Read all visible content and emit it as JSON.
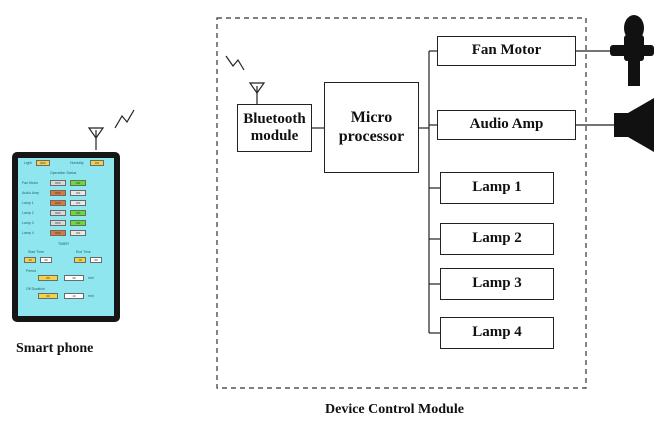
{
  "smartphone": {
    "caption": "Smart phone",
    "screen": {
      "light_label": "Light",
      "light_value": "OFF",
      "humidity_label": "Humidity",
      "humidity_value": "ON",
      "operation_status_title": "Operation Status",
      "rows": [
        {
          "label": "Fan Motor",
          "off": "OFF",
          "on": "ON"
        },
        {
          "label": "Audio Amp",
          "off": "OFF",
          "on": "ON"
        },
        {
          "label": "Lamp 1",
          "off": "OFF",
          "on": "ON"
        },
        {
          "label": "Lamp 2",
          "off": "OFF",
          "on": "ON"
        },
        {
          "label": "Lamp 3",
          "off": "OFF",
          "on": "ON"
        },
        {
          "label": "Lamp 4",
          "off": "OFF",
          "on": "ON"
        }
      ],
      "timer_title": "TIMER",
      "start_time_label": "Start Time",
      "end_time_label": "End Time",
      "start_h": "10",
      "start_m": "00",
      "end_h": "15",
      "end_m": "00",
      "period_label": "Period",
      "period_values": [
        "00",
        "30"
      ],
      "period_unit": "min",
      "off_duration_label": "Off Duration",
      "off_values": [
        "00",
        "10"
      ],
      "off_unit": "min"
    }
  },
  "module": {
    "caption": "Device Control Module",
    "bluetooth": "Bluetooth\nmodule",
    "microprocessor": "Micro\nprocessor",
    "outputs": [
      "Fan Motor",
      "Audio Amp",
      "Lamp 1",
      "Lamp 2",
      "Lamp 3",
      "Lamp 4"
    ]
  },
  "colors": {
    "screen": "#8fe6ee",
    "phone": "#161616",
    "on": "#66dd33",
    "off": "#d97a3a",
    "yellow": "#f2d24a"
  }
}
